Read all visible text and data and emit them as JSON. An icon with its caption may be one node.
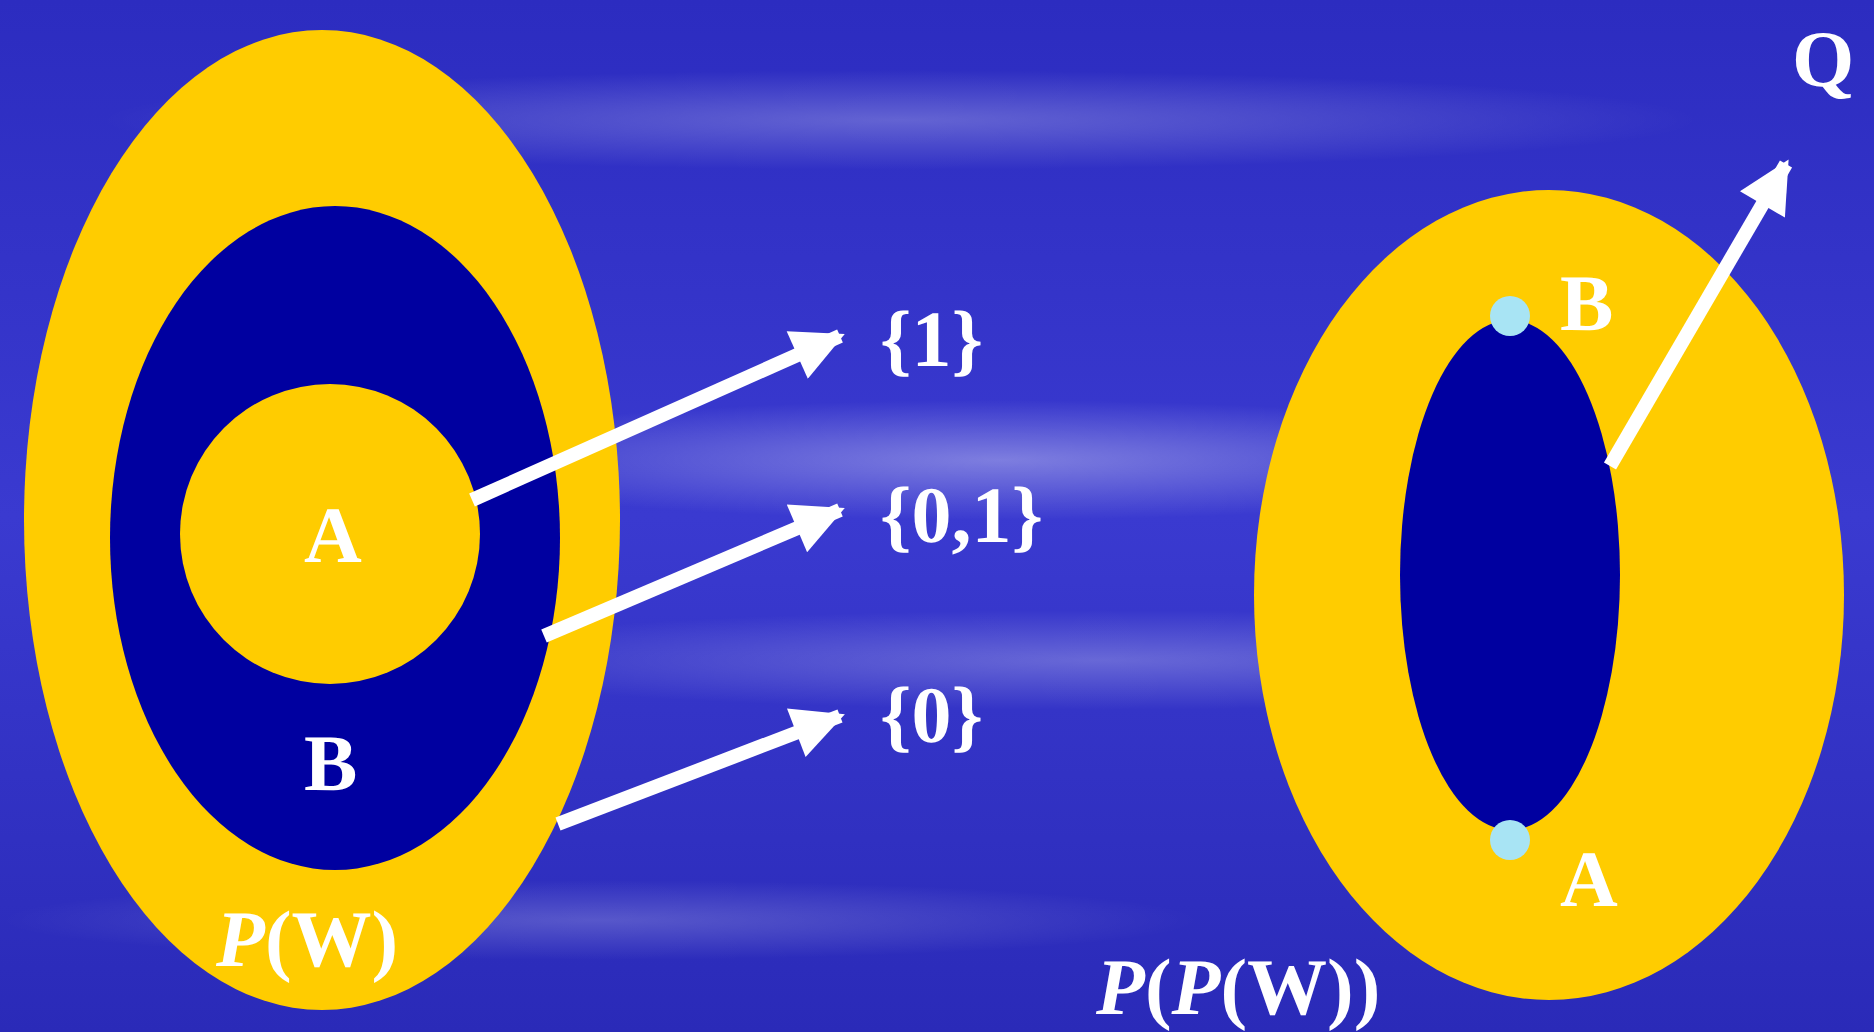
{
  "diagram": {
    "nodes": [
      {
        "text": [
          "*P*(W)"
        ]
      },
      {
        "text": [
          "B"
        ],
        "in": 0
      },
      {
        "text": [
          "A"
        ],
        "in": 1
      },
      {
        "text": [
          "{1}"
        ]
      },
      {
        "text": [
          "{0,1}"
        ]
      },
      {
        "text": [
          "{0}"
        ]
      },
      {
        "text": [
          "*P*(*P*(W))"
        ]
      },
      {
        "text": [],
        "shape": "ellipse",
        "in": 6
      },
      {
        "text": [],
        "shape": "circle",
        "in": 6,
        "beside": [
          "B"
        ]
      },
      {
        "text": [],
        "shape": "circle",
        "in": 6,
        "beside": [
          "A"
        ]
      },
      {
        "text": [
          "Q"
        ]
      }
    ],
    "edges": [
      {
        "from": 2,
        "to": 3,
        "arrow": "to"
      },
      {
        "from": 1,
        "to": 4,
        "arrow": "to"
      },
      {
        "from": 0,
        "to": 5,
        "arrow": "to"
      },
      {
        "from": 7,
        "to": 10,
        "arrow": "to"
      }
    ]
  }
}
